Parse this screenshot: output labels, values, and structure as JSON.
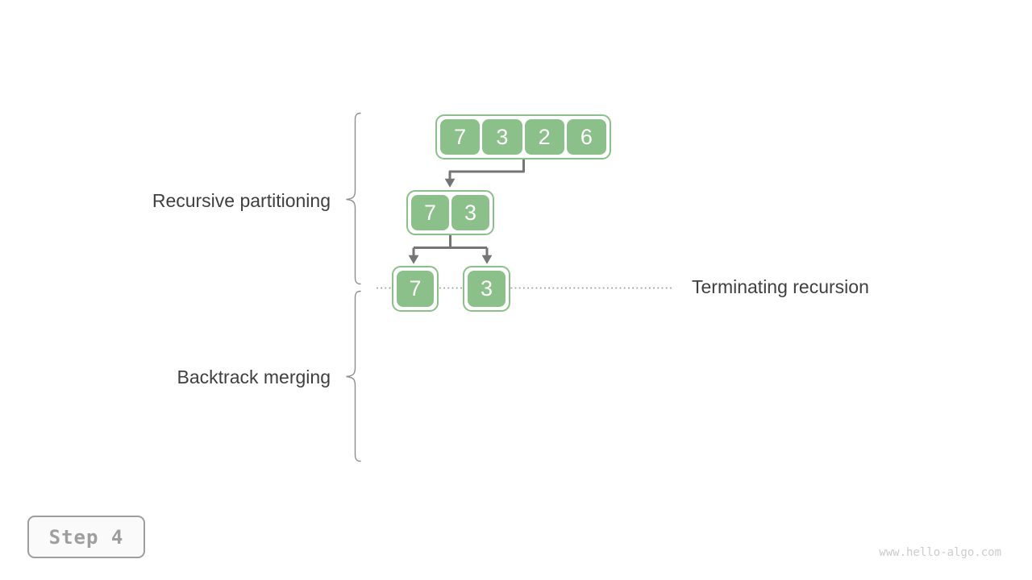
{
  "figure": {
    "description": "Merge sort recursion diagram",
    "step_badge": {
      "label": "Step 4"
    },
    "watermark": {
      "text": "www.hello-algo.com"
    }
  },
  "labels": {
    "recursive_partitioning": "Recursive partitioning",
    "backtrack_merging": "Backtrack merging",
    "terminating_recursion": "Terminating recursion"
  },
  "tree": {
    "level0": {
      "cells": [
        "7",
        "3",
        "2",
        "6"
      ]
    },
    "level1": {
      "cells": [
        "7",
        "3"
      ]
    },
    "level2_left": {
      "cells": [
        "7"
      ]
    },
    "level2_right": {
      "cells": [
        "3"
      ]
    }
  },
  "colors": {
    "node_green": "#8cc08a",
    "arrow_gray": "#757575",
    "brace_gray": "#8d8d8d",
    "dotted_line_gray": "#9e9e9e",
    "label_text": "#3f3f3f",
    "badge_gray": "#9e9e9e",
    "watermark_gray": "#cccccc",
    "background": "#ffffff"
  }
}
